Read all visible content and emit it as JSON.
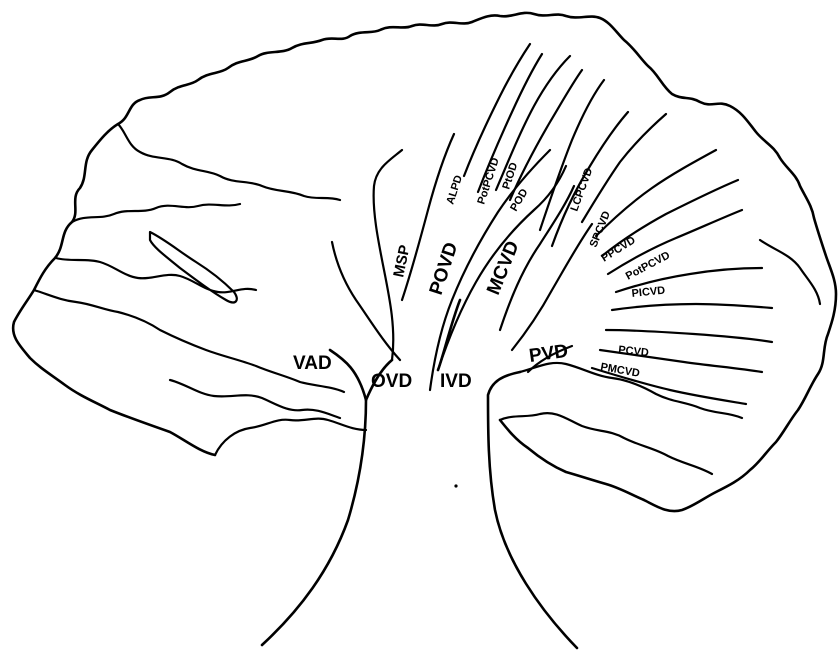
{
  "labels": {
    "vad": "VAD",
    "ovd": "OVD",
    "ivd": "IVD",
    "msp": "MSP",
    "povd": "POVD",
    "mcvd": "MCVD",
    "pvd": "PVD",
    "alpd": "ALPD",
    "potpcvd": "PotPCVD",
    "ptod": "PtOD",
    "pod": "POD",
    "lcpcvd": "LCPCVD",
    "spcvd": "SPCVD",
    "ppcvd": "PPCVD",
    "potpcvd2": "PotPCVD",
    "picvd": "PICVD",
    "pcvd": "PCVD",
    "pmcvd": "PMCVD"
  }
}
